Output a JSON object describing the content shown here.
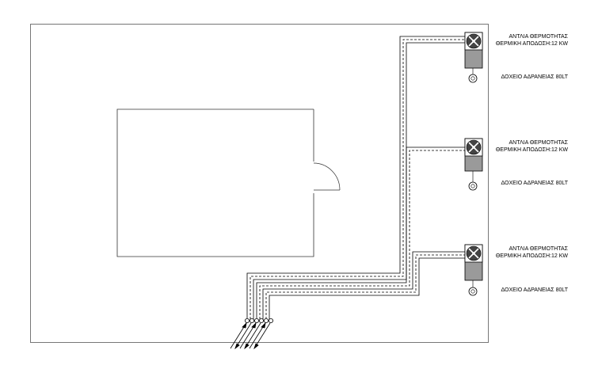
{
  "units": [
    {
      "heat_pump_label": "ΑΝΤΛΙΑ ΘΕΡΜΟΤΗΤΑΣ",
      "thermal_output_label": "ΘΕΡΜΙΚΗ ΑΠΟΔΟΣΗ:12 KW",
      "storage_tank_label": "ΔΟΧΕΙΟ ΑΔΡΑΝΕΙΑΣ 80LT"
    },
    {
      "heat_pump_label": "ΑΝΤΛΙΑ ΘΕΡΜΟΤΗΤΑΣ",
      "thermal_output_label": "ΘΕΡΜΙΚΗ ΑΠΟΔΟΣΗ:12 KW",
      "storage_tank_label": "ΔΟΧΕΙΟ ΑΔΡΑΝΕΙΑΣ 80LT"
    },
    {
      "heat_pump_label": "ΑΝΤΛΙΑ ΘΕΡΜΟΤΗΤΑΣ",
      "thermal_output_label": "ΘΕΡΜΙΚΗ ΑΠΟΔΟΣΗ:12 KW",
      "storage_tank_label": "ΔΟΧΕΙΟ ΑΔΡΑΝΕΙΑΣ 80LT"
    }
  ],
  "colors": {
    "line": "#000000",
    "pump_body": "#9a9a9a",
    "background": "#ffffff"
  },
  "icons": [
    "heat-pump-fan-icon",
    "buffer-tank-icon",
    "pipe-arrow-icon"
  ]
}
